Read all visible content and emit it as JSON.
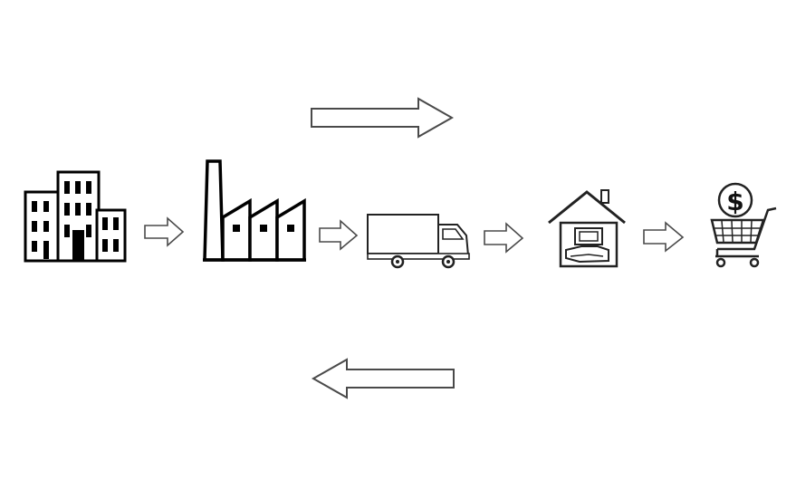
{
  "diagram": {
    "stages": [
      {
        "id": "office",
        "icon": "office-building-icon"
      },
      {
        "id": "factory",
        "icon": "factory-icon"
      },
      {
        "id": "truck",
        "icon": "delivery-truck-icon"
      },
      {
        "id": "warehouse",
        "icon": "warehouse-icon"
      },
      {
        "id": "cart",
        "icon": "shopping-cart-icon"
      }
    ],
    "cart": {
      "currency_symbol": "$"
    },
    "flows": [
      {
        "id": "top",
        "direction": "right"
      },
      {
        "id": "bottom",
        "direction": "left"
      }
    ],
    "colors": {
      "stroke": "#2a2a2a",
      "fill": "#000000",
      "background": "#ffffff",
      "arrow_stroke": "#4a4a4a"
    }
  }
}
